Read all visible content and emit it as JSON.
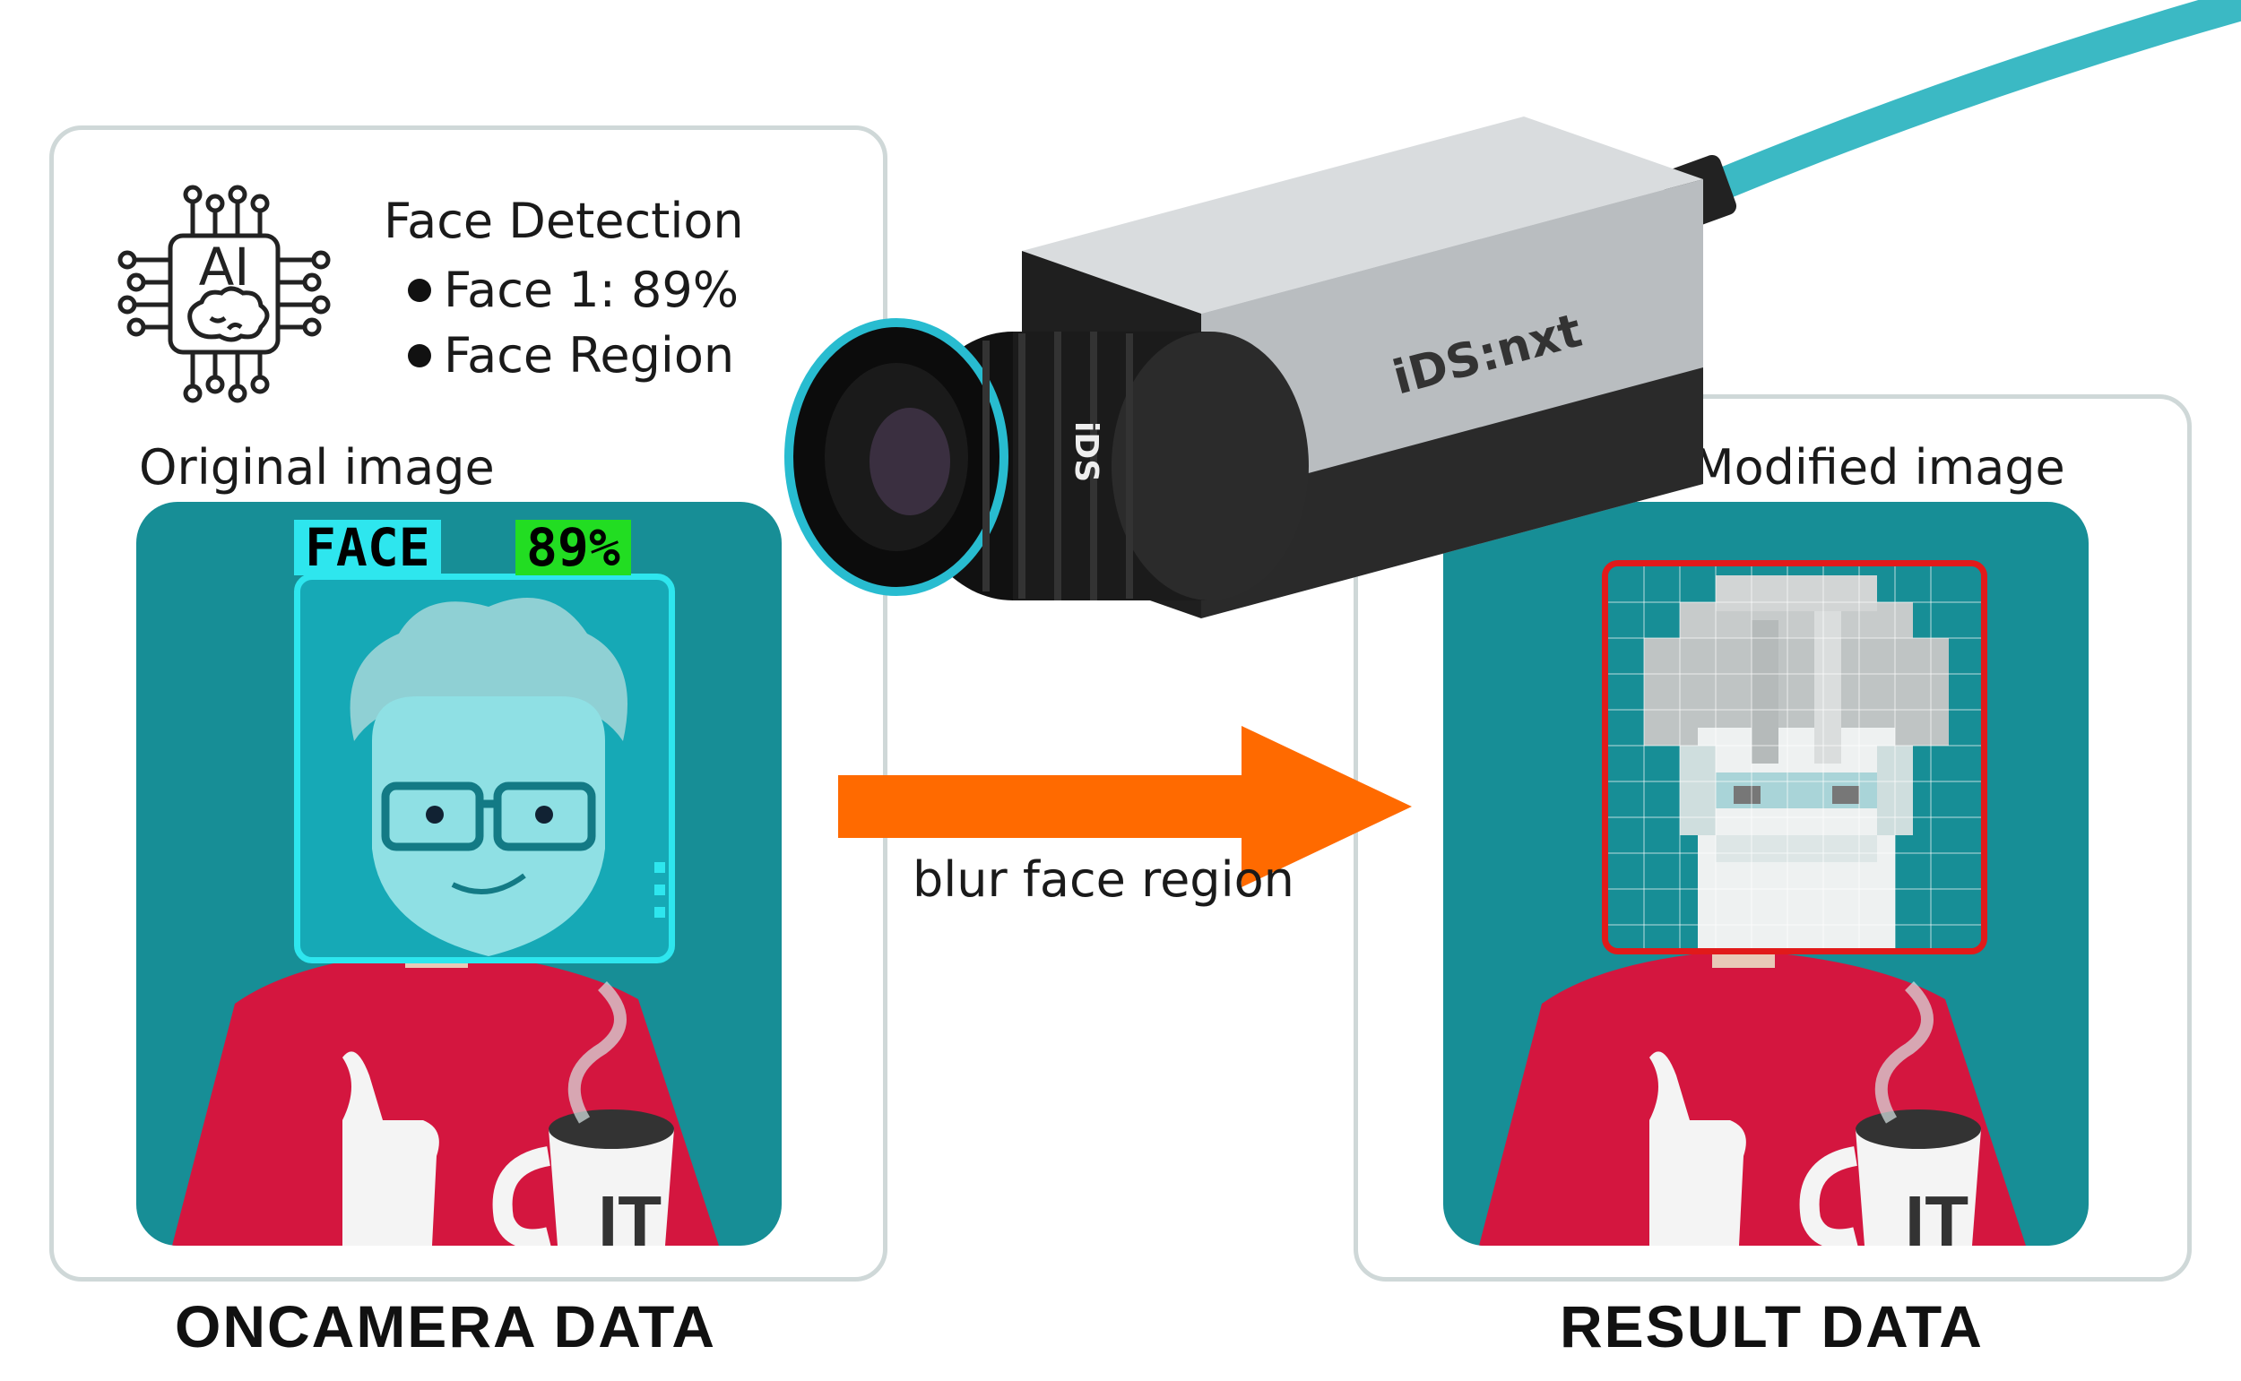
{
  "ai_panel": {
    "chip_text": "AI",
    "detection_title": "Face Detection",
    "bullets": [
      "Face 1: 89%",
      "Face Region"
    ]
  },
  "left": {
    "caption": "Original image",
    "face_tag": "FACE",
    "confidence_tag": "89%",
    "mug_text": "IT",
    "footer": "ONCAMERA DATA"
  },
  "camera": {
    "brand_body": "iDS:nxt",
    "brand_lens": "iDS"
  },
  "arrow": {
    "label": "blur face region",
    "color": "#ff6a00"
  },
  "right": {
    "caption": "Modified image",
    "mug_text": "IT",
    "footer": "RESULT DATA"
  },
  "colors": {
    "scene_bg": "#178e96",
    "shirt": "#d4163f",
    "face_box": "#2ee6ee",
    "confidence_bg": "#22dd22",
    "blur_box": "#e11a1a",
    "cable": "#3bb9c4"
  }
}
